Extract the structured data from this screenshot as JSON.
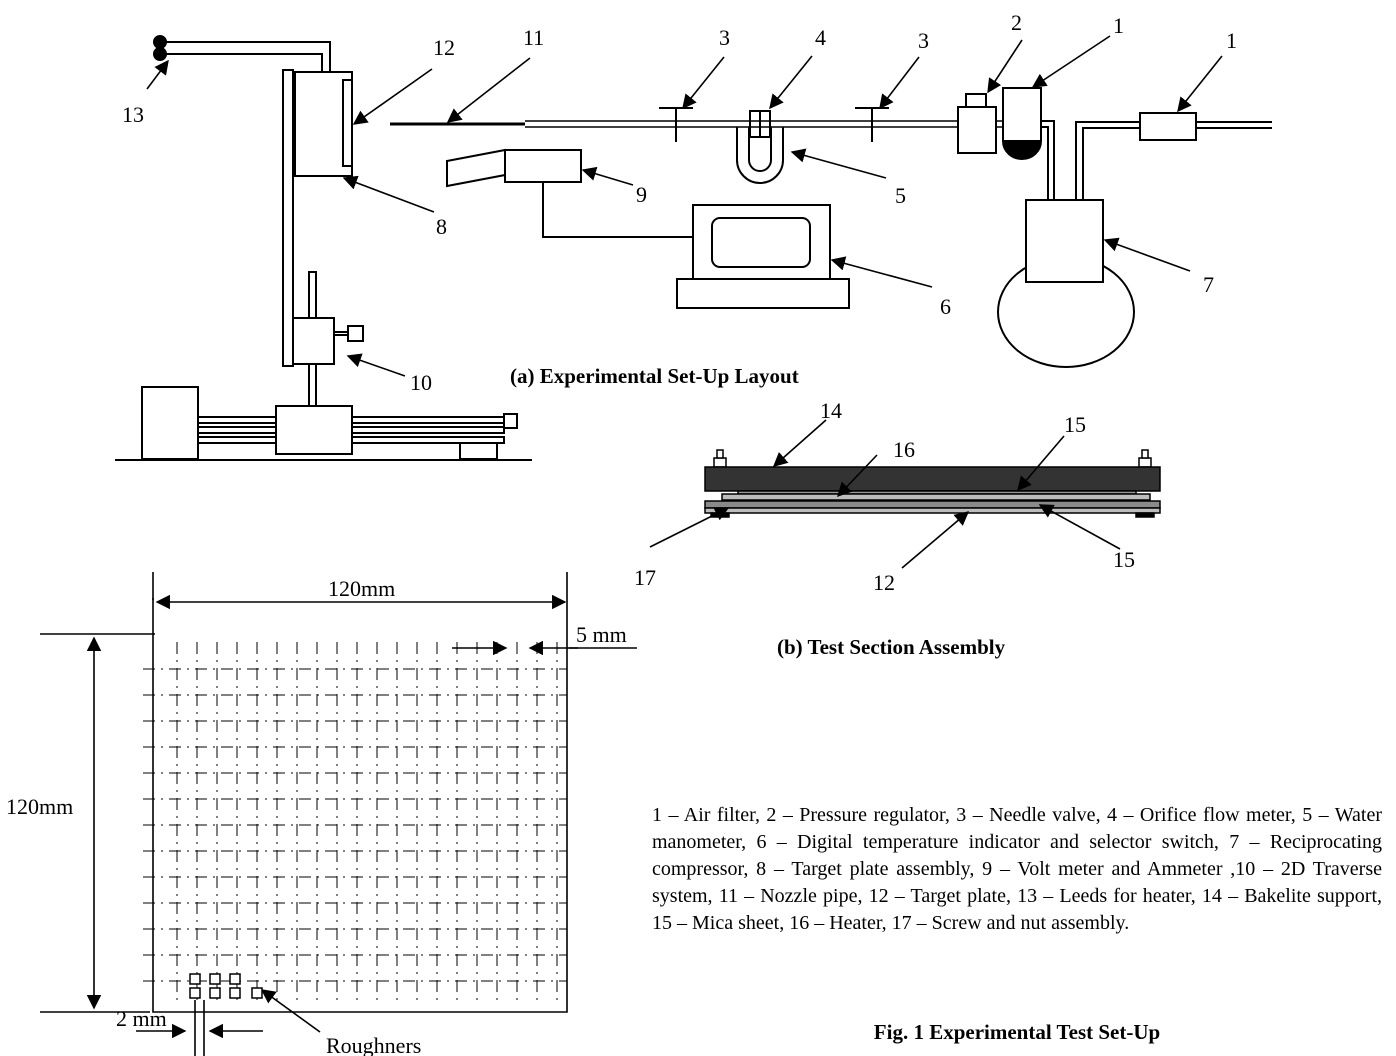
{
  "callouts": {
    "c1a": "1",
    "c1b": "1",
    "c2": "2",
    "c3a": "3",
    "c3b": "3",
    "c4": "4",
    "c5": "5",
    "c6": "6",
    "c7": "7",
    "c8": "8",
    "c9": "9",
    "c10": "10",
    "c11": "11",
    "c12a": "12",
    "c12b": "12",
    "c13": "13",
    "c14": "14",
    "c15a": "15",
    "c15b": "15",
    "c16": "16",
    "c17": "17"
  },
  "captions": {
    "a": "(a) Experimental Set-Up Layout",
    "b": "(b) Test Section Assembly",
    "figure": "Fig. 1 Experimental Test Set-Up"
  },
  "plate": {
    "width_label": "120mm",
    "height_label": "120mm",
    "pitch_label": "5 mm",
    "rib_label": "2 mm",
    "roughness_label": "Roughners"
  },
  "legend_text": "1 – Air filter, 2 – Pressure regulator, 3 – Needle valve, 4 – Orifice flow meter, 5 – Water manometer, 6 – Digital temperature indicator and selector switch, 7 – Reciprocating compressor, 8 – Target plate assembly, 9 – Volt meter and Ammeter ,10 – 2D Traverse system, 11 – Nozzle pipe, 12 – Target plate, 13 – Leeds for heater, 14 – Bakelite support, 15 – Mica sheet, 16 – Heater, 17 – Screw and nut assembly."
}
